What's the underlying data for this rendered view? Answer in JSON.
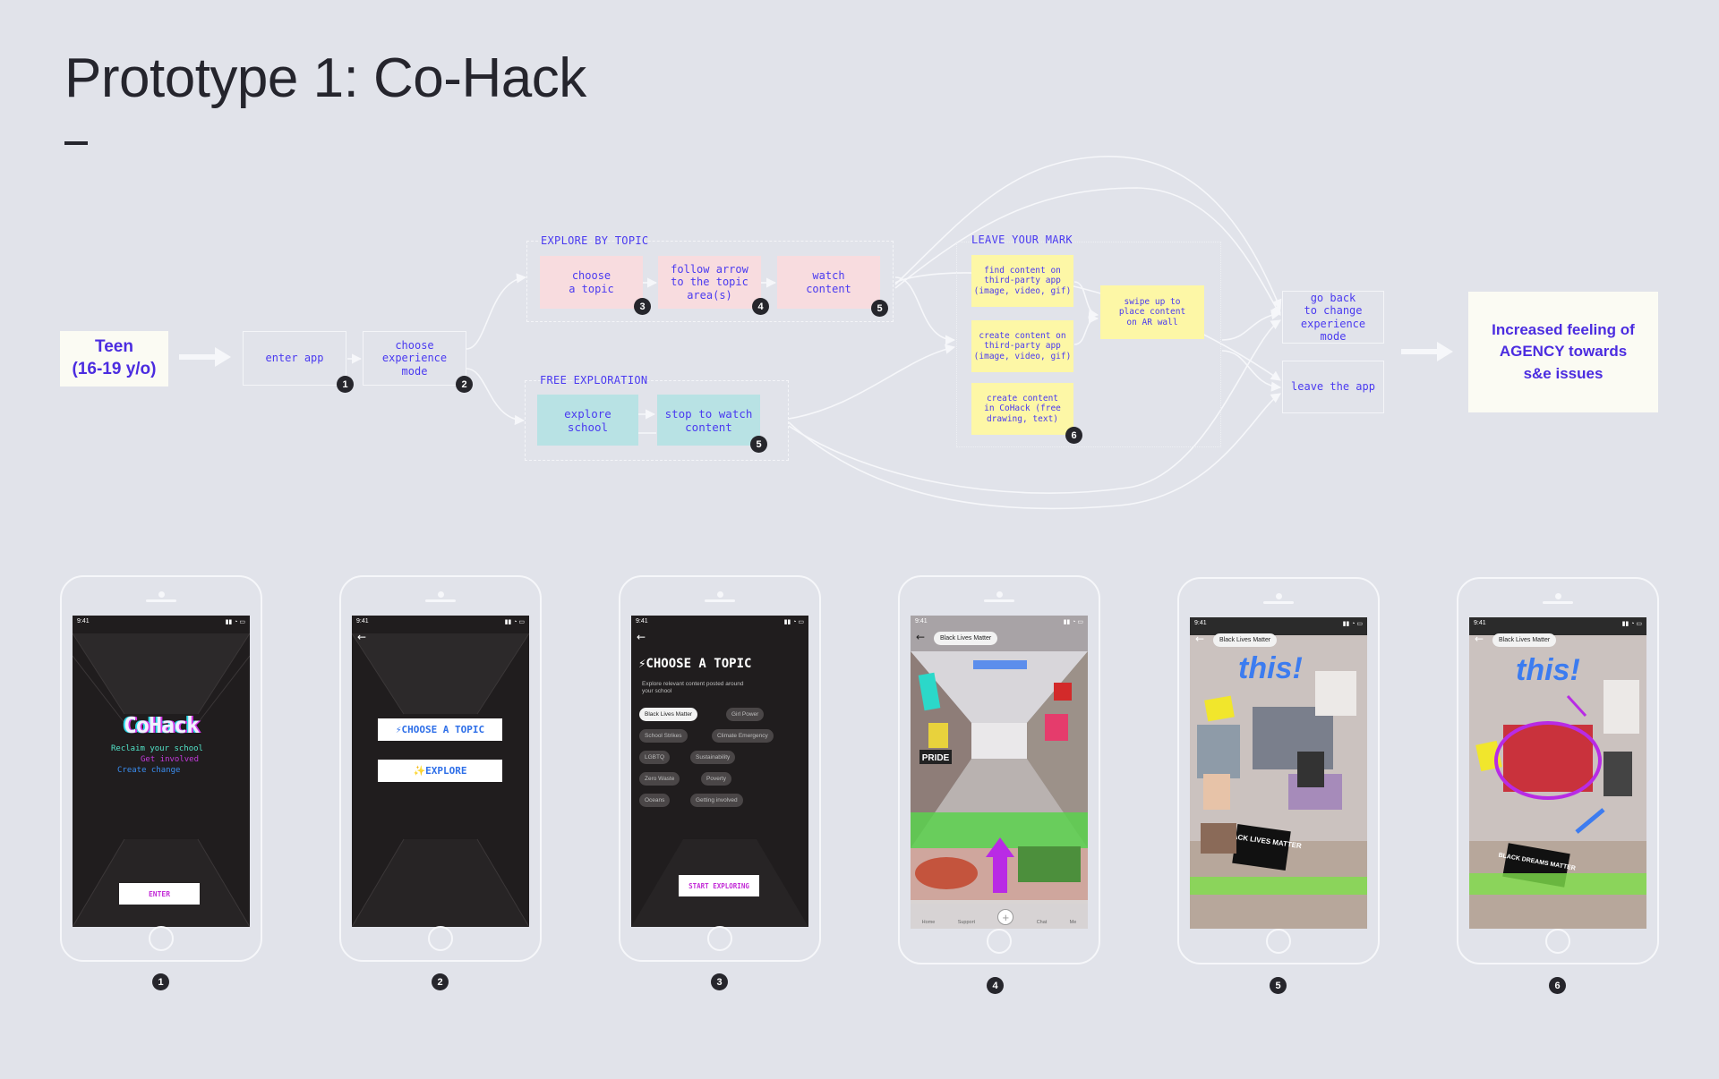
{
  "page": {
    "title": "Prototype 1: Co-Hack"
  },
  "flow": {
    "start": {
      "label": "Teen\n(16-19 y/o)"
    },
    "steps": {
      "enter_app": {
        "label": "enter app",
        "badge": "1"
      },
      "choose_mode": {
        "label": "choose\nexperience\nmode",
        "badge": "2"
      },
      "choose_topic": {
        "label": "choose\na topic",
        "badge": "3"
      },
      "follow_arrow": {
        "label": "follow arrow\nto the topic\narea(s)",
        "badge": "4"
      },
      "watch_content": {
        "label": "watch\ncontent",
        "badge": "5"
      },
      "explore_school": {
        "label": "explore\nschool"
      },
      "stop_to_watch": {
        "label": "stop to watch\ncontent",
        "badge": "5"
      },
      "find_content": {
        "label": "find content on\nthird-party app\n(image, video, gif)"
      },
      "create_third_party": {
        "label": "create content on\nthird-party app\n(image, video, gif)"
      },
      "create_cohack": {
        "label": "create content\nin CoHack (free\ndrawing, text)",
        "badge": "6"
      },
      "swipe_up": {
        "label": "swipe up to\nplace content\non AR wall"
      },
      "go_back": {
        "label": "go back\nto change\nexperience\nmode"
      },
      "leave_app": {
        "label": "leave the app"
      }
    },
    "groups": {
      "explore_by_topic": "EXPLORE BY TOPIC",
      "free_exploration": "FREE EXPLORATION",
      "leave_your_mark": "LEAVE YOUR MARK"
    },
    "outcome": {
      "label": "Increased feeling of\nAGENCY towards\ns&e issues"
    }
  },
  "phones": [
    {
      "number": "1",
      "time": "9:41",
      "logo": "CoHack",
      "taglines": [
        "Reclaim your school",
        "Get involved",
        "Create change"
      ],
      "button": "ENTER"
    },
    {
      "number": "2",
      "time": "9:41",
      "buttons": [
        "⚡CHOOSE A TOPIC",
        "✨EXPLORE"
      ]
    },
    {
      "number": "3",
      "time": "9:41",
      "title": "⚡CHOOSE A TOPIC",
      "subtitle": "Explore relevant content posted around your school",
      "chips": [
        "Black Lives Matter",
        "Girl Power",
        "School Strikes",
        "Climate Emergency",
        "LGBTQ",
        "Sustainability",
        "Zero Waste",
        "Poverty",
        "Oceans",
        "Getting involved"
      ],
      "button": "START EXPLORING"
    },
    {
      "number": "4",
      "time": "9:41",
      "topic": "Black Lives Matter",
      "nav": [
        "Home",
        "Support",
        "Chat",
        "Me"
      ],
      "wall_text": [
        "PRIDE"
      ]
    },
    {
      "number": "5",
      "time": "9:41",
      "topic": "Black Lives Matter",
      "wall_text": [
        "this!",
        "BLACK LIVES MATTER"
      ]
    },
    {
      "number": "6",
      "time": "9:41",
      "topic": "Black Lives Matter",
      "wall_text": [
        "this!",
        "BLACK DREAMS MATTER"
      ]
    }
  ],
  "colors": {
    "background": "#e1e3ea",
    "flow_text": "#4a3af0",
    "pink": "#f8dcdf",
    "cyan": "#b8e2e4",
    "yellow": "#fdf7a6",
    "outcome_text": "#4b2ce0"
  }
}
